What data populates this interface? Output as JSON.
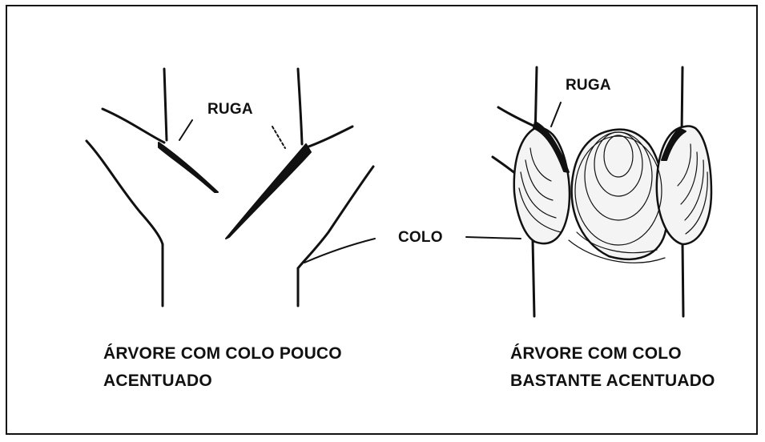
{
  "labels": {
    "ruga_left": "RUGA",
    "ruga_right": "RUGA",
    "colo": "COLO"
  },
  "captions": {
    "left_line1": "ÁRVORE COM COLO POUCO",
    "left_line2": "ACENTUADO",
    "right_line1": "ÁRVORE COM COLO",
    "right_line2": "BASTANTE ACENTUADO"
  },
  "colors": {
    "ink": "#111111",
    "background": "#ffffff",
    "bark_fill": "#f2f2f2"
  }
}
